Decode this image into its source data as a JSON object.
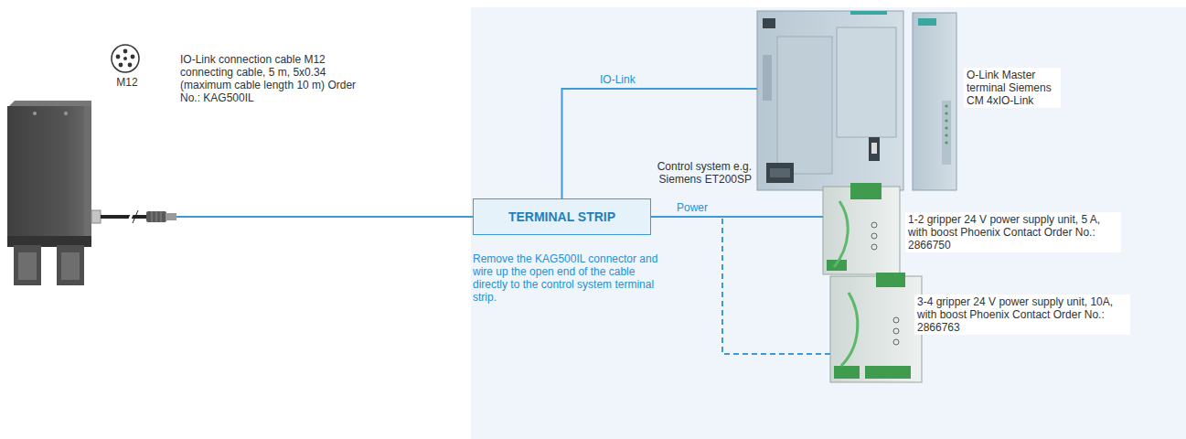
{
  "diagram": {
    "nodes": [
      {
        "text": [
          "M12"
        ]
      },
      {
        "text": [
          "TERMINAL STRIP"
        ]
      },
      {
        "text": [
          "Control system e.g. Siemens ET200SP"
        ]
      },
      {
        "text": [
          "O-Link Master terminal Siemens CM 4xIO-Link"
        ]
      },
      {
        "text": [
          "1-2 gripper 24 V power supply unit, 5 A, with boost Phoenix Contact Order No.: 2866750"
        ]
      },
      {
        "text": [
          "3-4 gripper 24 V power supply unit, 10A, with boost Phoenix Contact Order No.: 2866763"
        ]
      }
    ],
    "edges": [
      {
        "from": 0,
        "to": 1,
        "arrow": "none",
        "label": "IO-Link connection cable M12 connecting cable, 5 m, 5x0.34 (maximum cable length 10 m) Order No.: KAG500IL"
      },
      {
        "from": 1,
        "to": 2,
        "arrow": "none",
        "label": "IO-Link"
      },
      {
        "from": 1,
        "to": 4,
        "arrow": "none",
        "label": "Power"
      },
      {
        "from": 1,
        "to": 5,
        "arrow": "none"
      }
    ],
    "labels": [
      "Remove the KAG500IL connector and wire up the open end of the cable directly to the control system terminal strip."
    ]
  }
}
